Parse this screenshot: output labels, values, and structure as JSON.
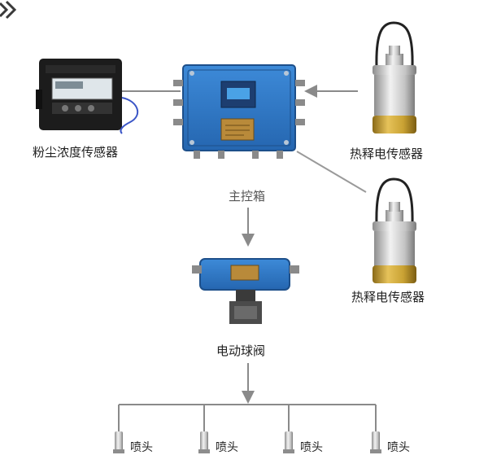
{
  "labels": {
    "dust_sensor": "粉尘浓度传感器",
    "main_box": "主控箱",
    "heat_sensor_1": "热释电传感器",
    "heat_sensor_2": "热释电传感器",
    "ball_valve": "电动球阀",
    "nozzle_1": "喷头",
    "nozzle_2": "喷头",
    "nozzle_3": "喷头",
    "nozzle_4": "喷头"
  },
  "colors": {
    "box_blue": "#2f78c8",
    "box_dark": "#1d4f8a",
    "sensor_black": "#1c1c1c",
    "brass": "#c9a233",
    "silver": "#c8c8c8",
    "connector": "#8a8a8a",
    "corner_mark": "#3a3a3a"
  }
}
